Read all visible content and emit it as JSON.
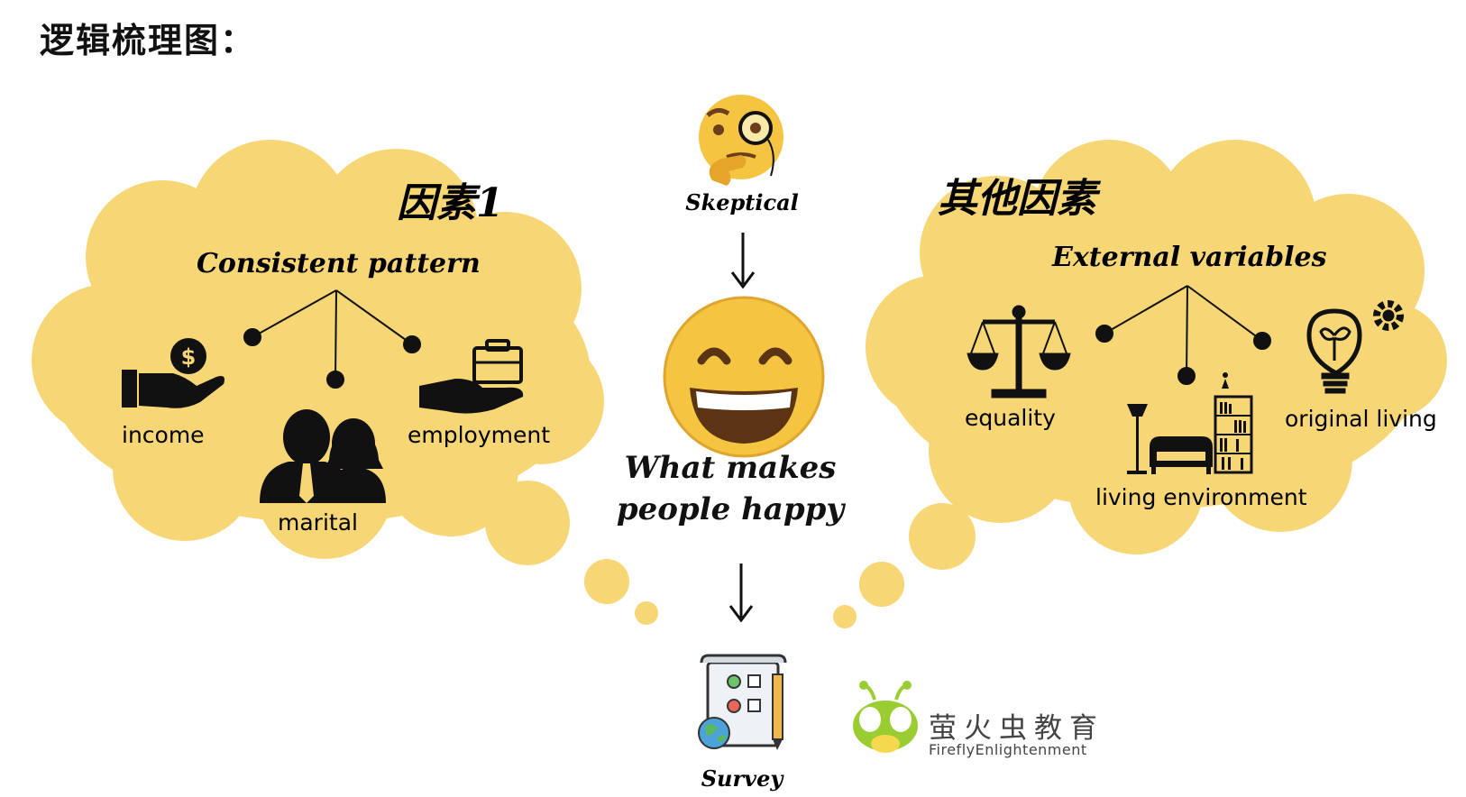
{
  "title": "逻辑梳理图：",
  "left_cloud": {
    "heading": "因素1",
    "subtitle": "Consistent pattern",
    "items": [
      {
        "label": "income",
        "icon": "money-hand-icon"
      },
      {
        "label": "marital",
        "icon": "couple-icon"
      },
      {
        "label": "employment",
        "icon": "briefcase-hand-icon"
      }
    ]
  },
  "right_cloud": {
    "heading": "其他因素",
    "subtitle": "External variables",
    "items": [
      {
        "label": "equality",
        "icon": "scale-icon"
      },
      {
        "label": "living environment",
        "icon": "living-room-icon"
      },
      {
        "label": "original living",
        "icon": "bulb-gear-icon"
      }
    ]
  },
  "center": {
    "top_label": "Skeptical",
    "question": "What makes people happy",
    "bottom_label": "Survey"
  },
  "logo": {
    "cn": "萤火虫教育",
    "en": "FireflyEnlightenment"
  },
  "colors": {
    "cloud": "#f6d675",
    "emoji": "#f5c542",
    "logo_green": "#9acd32"
  }
}
